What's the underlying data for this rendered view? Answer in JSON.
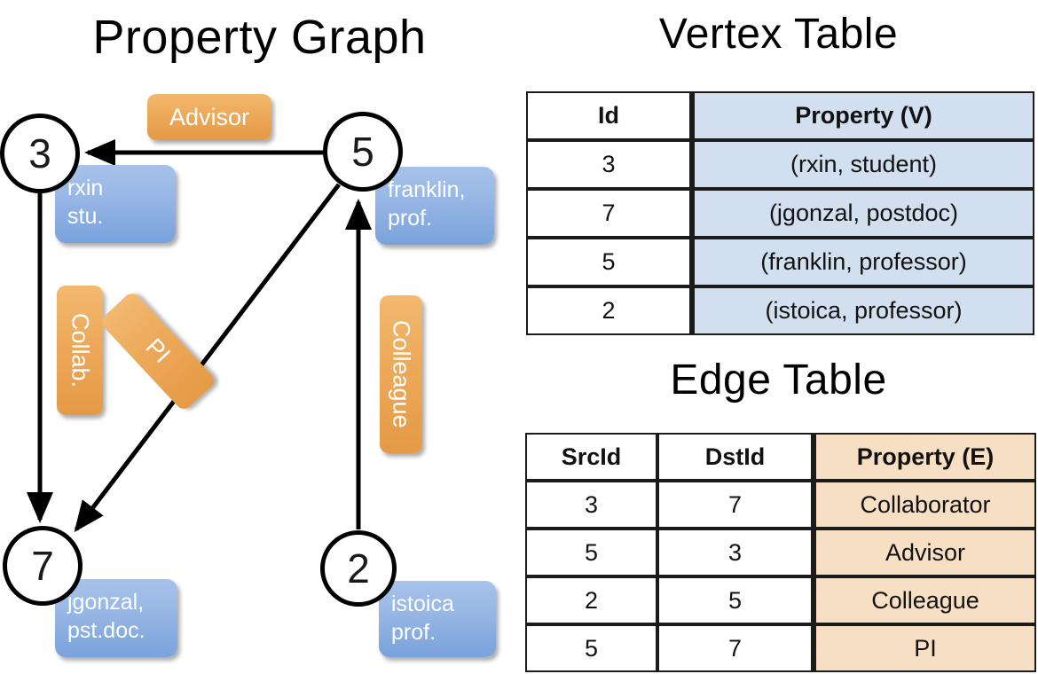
{
  "titles": {
    "property_graph": "Property Graph",
    "vertex_table": "Vertex Table",
    "edge_table": "Edge Table"
  },
  "graph": {
    "nodes": [
      {
        "id": "3",
        "property_label": "rxin\nstu."
      },
      {
        "id": "5",
        "property_label": "franklin,\nprof."
      },
      {
        "id": "7",
        "property_label": "jgonzal,\npst.doc."
      },
      {
        "id": "2",
        "property_label": "istoica\nprof."
      }
    ],
    "node_labels": {
      "n3": "3",
      "n5": "5",
      "n7": "7",
      "n2": "2"
    },
    "vertex_boxes": {
      "rxin_line1": "rxin",
      "rxin_line2": "stu.",
      "franklin_line1": "franklin,",
      "franklin_line2": "prof.",
      "jgonzal_line1": "jgonzal,",
      "jgonzal_line2": "pst.doc.",
      "istoica_line1": "istoica",
      "istoica_line2": "prof."
    },
    "edge_labels": {
      "advisor": "Advisor",
      "collab": "Collab.",
      "pi": "PI",
      "colleague": "Colleague"
    },
    "edges": [
      {
        "from": "5",
        "to": "3",
        "label": "Advisor"
      },
      {
        "from": "3",
        "to": "7",
        "label": "Collab."
      },
      {
        "from": "5",
        "to": "7",
        "label": "PI"
      },
      {
        "from": "2",
        "to": "5",
        "label": "Colleague"
      }
    ]
  },
  "vertex_table": {
    "headers": [
      "Id",
      "Property (V)"
    ],
    "rows": [
      {
        "id": "3",
        "property": "(rxin, student)"
      },
      {
        "id": "7",
        "property": "(jgonzal, postdoc)"
      },
      {
        "id": "5",
        "property": "(franklin, professor)"
      },
      {
        "id": "2",
        "property": "(istoica, professor)"
      }
    ]
  },
  "edge_table": {
    "headers": [
      "SrcId",
      "DstId",
      "Property (E)"
    ],
    "rows": [
      {
        "src": "3",
        "dst": "7",
        "property": "Collaborator"
      },
      {
        "src": "5",
        "dst": "3",
        "property": "Advisor"
      },
      {
        "src": "2",
        "dst": "5",
        "property": "Colleague"
      },
      {
        "src": "5",
        "dst": "7",
        "property": "PI"
      }
    ]
  },
  "colors": {
    "vertex_header_fill": "#d2dfef",
    "edge_header_fill": "#f7dfc4",
    "vertex_box_blue": "#9ab9e6",
    "edge_pill_orange": "#eda95a",
    "stroke": "#000000",
    "background": "#ffffff"
  }
}
